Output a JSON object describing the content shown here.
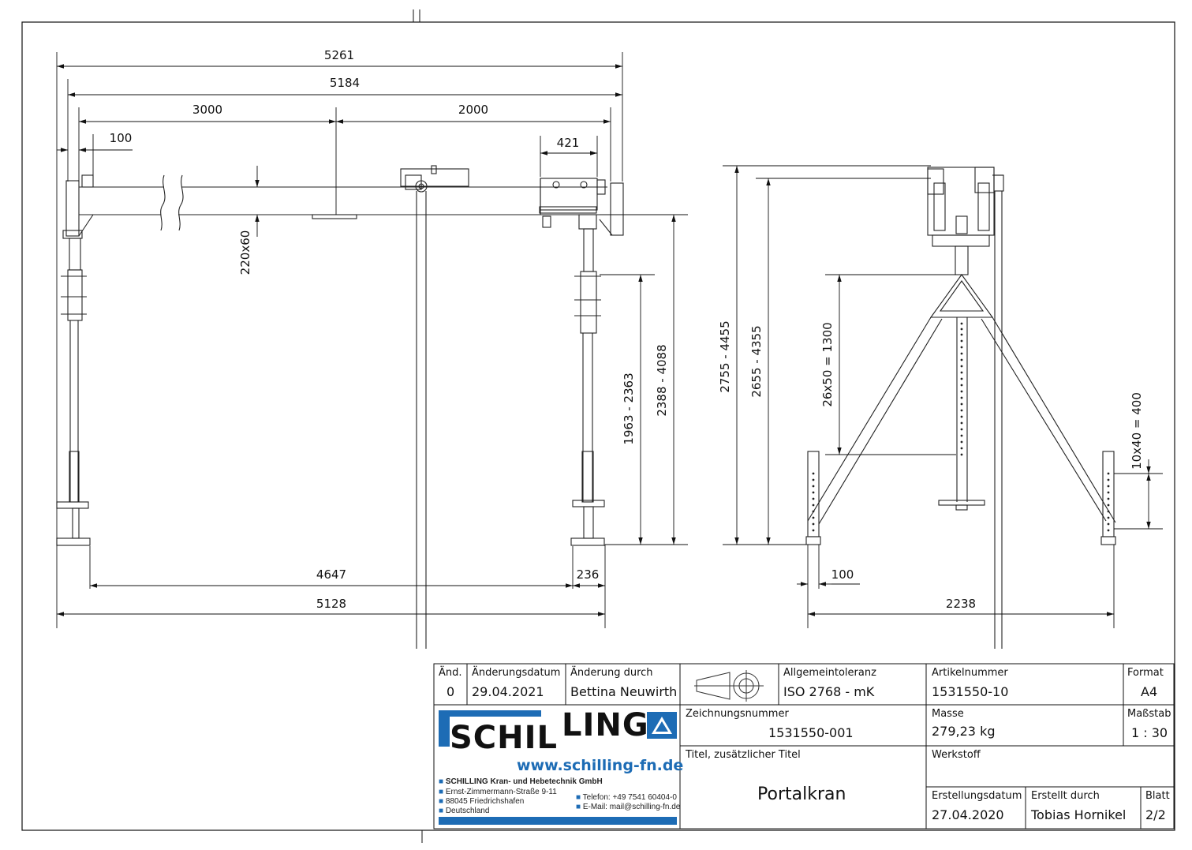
{
  "front_view": {
    "dims": {
      "overall": "5261",
      "beam": "5184",
      "left_span": "3000",
      "right_span": "2000",
      "offset": "100",
      "trolley": "421",
      "profile": "220x60",
      "leg_height": "1963 - 2363",
      "hook_height": "2388 - 4088",
      "inner": "4647",
      "foot": "236",
      "base": "5128"
    }
  },
  "side_view": {
    "dims": {
      "total_height": "2755 - 4455",
      "beam_height": "2655 - 4355",
      "hole_row": "26x50 = 1300",
      "foot_holes": "10x40 = 400",
      "foot_offset": "100",
      "width": "2238"
    }
  },
  "title_block": {
    "rev_label": "Änd.",
    "rev_value": "0",
    "change_date_label": "Änderungsdatum",
    "change_date_value": "29.04.2021",
    "changed_by_label": "Änderung durch",
    "changed_by_value": "Bettina Neuwirth",
    "tolerance_label": "Allgemeintoleranz",
    "tolerance_value": "ISO 2768 - mK",
    "article_label": "Artikelnummer",
    "article_value": "1531550-10",
    "format_label": "Format",
    "format_value": "A4",
    "drawing_no_label": "Zeichnungsnummer",
    "drawing_no_value": "1531550-001",
    "mass_label": "Masse",
    "mass_value": "279,23 kg",
    "scale_label": "Maßstab",
    "scale_value": "1 : 30",
    "title_label": "Titel, zusätzlicher Titel",
    "title_value": "Portalkran",
    "material_label": "Werkstoff",
    "created_date_label": "Erstellungsdatum",
    "created_date_value": "27.04.2020",
    "created_by_label": "Erstellt durch",
    "created_by_value": "Tobias Hornikel",
    "sheet_label": "Blatt",
    "sheet_value": "2/2"
  },
  "company": {
    "logo_part1": "SCHIL",
    "logo_part2": "LING",
    "website": "www.schilling-fn.de",
    "name": "SCHILLING Kran- und Hebetechnik GmbH",
    "street": "Ernst-Zimmermann-Straße 9-11",
    "city": "88045 Friedrichshafen",
    "country": "Deutschland",
    "phone": "Telefon: +49 7541 60404-0",
    "email": "E-Mail: mail@schilling-fn.de",
    "brand_color": "#1d6cb5"
  }
}
